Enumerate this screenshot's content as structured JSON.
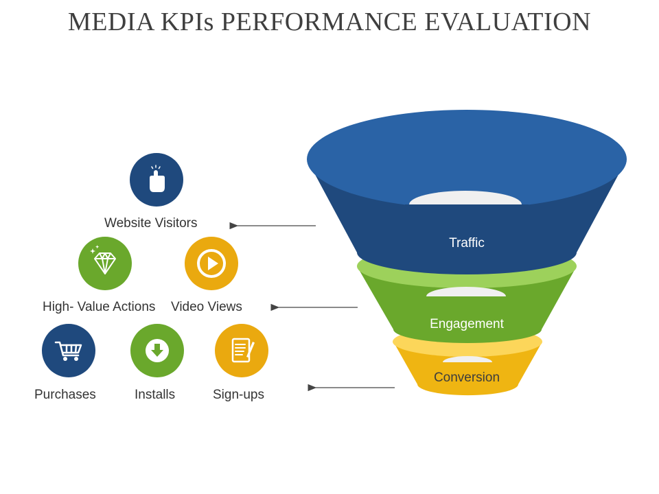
{
  "title": "MEDIA KPIs PERFORMANCE EVALUATION",
  "colors": {
    "blue_top": "#2a63a6",
    "blue_side": "#1f497d",
    "green_top": "#9dd15b",
    "green_side": "#6aa82c",
    "yellow_top": "#fcd65a",
    "yellow_side": "#efb512",
    "icon_blue": "#1f497d",
    "icon_green": "#6aa82c",
    "icon_yellow": "#eaa90f",
    "arrow": "#444444"
  },
  "funnel": {
    "stages": [
      {
        "label": "Traffic",
        "color_name": "blue"
      },
      {
        "label": "Engagement",
        "color_name": "green"
      },
      {
        "label": "Conversion",
        "color_name": "yellow"
      }
    ]
  },
  "metrics": {
    "website_visitors": {
      "label": "Website Visitors",
      "icon": "pointing-hand-icon"
    },
    "high_value_actions": {
      "label": "High- Value Actions",
      "icon": "diamond-icon"
    },
    "video_views": {
      "label": "Video Views",
      "icon": "play-icon"
    },
    "purchases": {
      "label": "Purchases",
      "icon": "shopping-cart-icon"
    },
    "installs": {
      "label": "Installs",
      "icon": "download-icon"
    },
    "signups": {
      "label": "Sign-ups",
      "icon": "form-icon"
    }
  }
}
